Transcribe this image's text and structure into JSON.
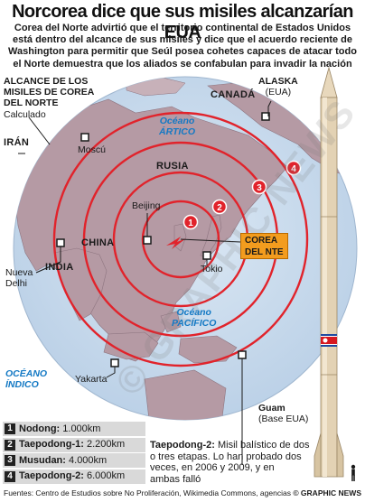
{
  "title": "Norcorea dice que sus misiles alcanzarían EUA",
  "subtitle_lines": [
    "Corea del Norte advirtió que el territorio continental de Estados Unidos",
    "está dentro del alcance de sus misiles y dice que el acuerdo reciente de",
    "Washington para permitir que Seúl posea cohetes capaces de atacar todo",
    "el Norte demuestra que los aliados se confabulan para invadir la nación"
  ],
  "range_label": {
    "line1": "ALCANCE DE LOS",
    "line2": "MISILES DE COREA",
    "line3": "DEL NORTE",
    "line4": "Calculado"
  },
  "places": {
    "alaska_line1": "ALASKA",
    "alaska_line2": "(EUA)",
    "canada": "CANADÁ",
    "iran": "IRÁN",
    "moscu": "Moscú",
    "rusia": "RUSIA",
    "beijing": "Beijing",
    "china": "CHINA",
    "india": "INDIA",
    "nueva_delhi_line1": "Nueva",
    "nueva_delhi_line2": "Delhi",
    "tokio": "Tokio",
    "yakarta": "Yakarta",
    "guam_line1": "Guam",
    "guam_line2": "(Base EUA)",
    "corea_line1": "COREA",
    "corea_line2": "DEL NTE"
  },
  "oceans": {
    "artico_line1": "Océano",
    "artico_line2": "ÁRTICO",
    "pacifico_line1": "Océano",
    "pacifico_line2": "PACÍFICO",
    "indico_line1": "OCÉANO",
    "indico_line2": "ÍNDICO"
  },
  "missiles": [
    {
      "num": "1",
      "name": "Nodong:",
      "range": "1.000km"
    },
    {
      "num": "2",
      "name": "Taepodong-1:",
      "range": "2.200km"
    },
    {
      "num": "3",
      "name": "Musudan:",
      "range": "4.000km"
    },
    {
      "num": "4",
      "name": "Taepodong-2:",
      "range": "6.000km"
    }
  ],
  "note": {
    "title": "Taepodong-2:",
    "lines": [
      " Misil balístico de dos",
      "o tres etapas. Lo han probado dos",
      "veces, en 2006 y 2009, y en",
      "ambas falló"
    ]
  },
  "footer": {
    "sources": "Fuentes: Centro de Estudios sobre No Proliferación, Wikimedia Commons, agencias",
    "credit": "© GRAPHIC NEWS"
  },
  "watermark": "© GRAPHIC NEWS",
  "colors": {
    "ocean": "#c9dcee",
    "land": "#b59aa4",
    "ring": "#e1232b",
    "highlight": "#f39c1e",
    "ocean_text": "#1479c4"
  }
}
